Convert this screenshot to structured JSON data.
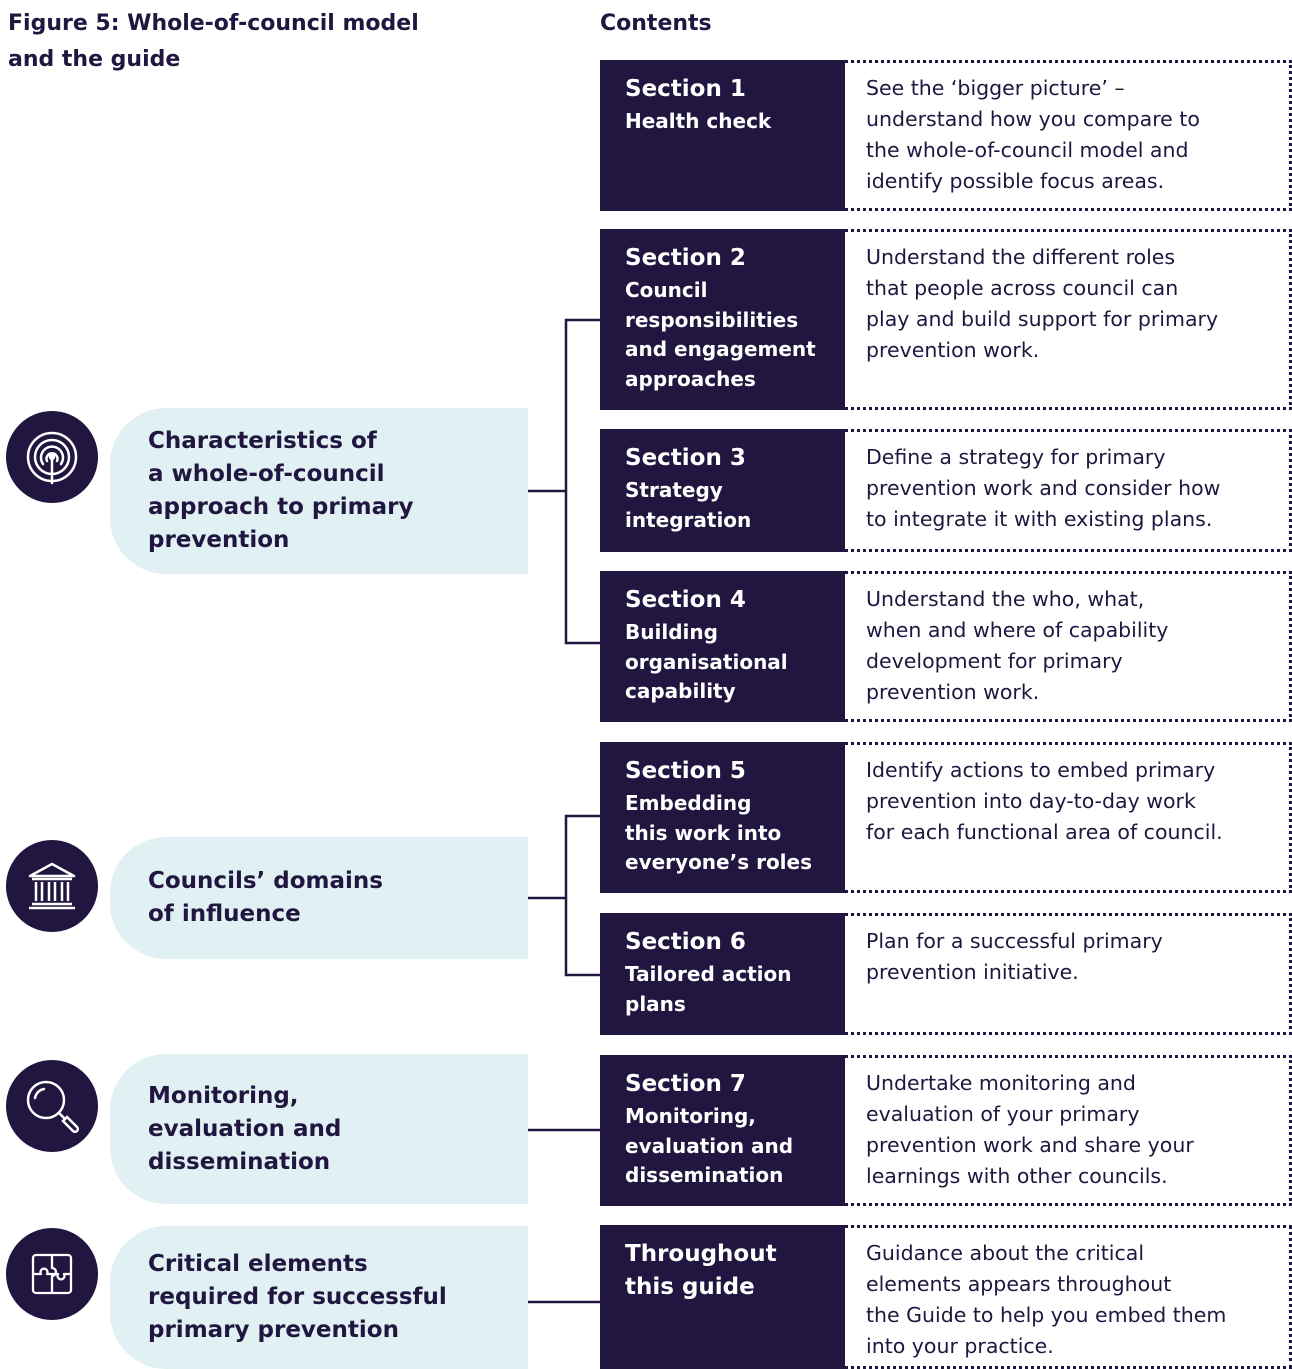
{
  "figure_title": "Figure 5: Whole-of-council model\nand the guide",
  "contents_title": "Contents",
  "model_items": [
    {
      "label": "Characteristics of\na whole-of-council\napproach to primary\nprevention",
      "icon": "target-signal-icon"
    },
    {
      "label": "Councils’ domains\nof influence",
      "icon": "government-building-icon"
    },
    {
      "label": "Monitoring,\nevaluation and\ndissemination",
      "icon": "magnifying-glass-icon"
    },
    {
      "label": "Critical elements\nrequired for successful\nprimary prevention",
      "icon": "puzzle-icon"
    }
  ],
  "sections": [
    {
      "number": "Section 1",
      "name": "Health check",
      "description": "See the ‘bigger picture’ –\nunderstand how you compare to\nthe whole-of-council model and\nidentify possible focus areas."
    },
    {
      "number": "Section 2",
      "name": "Council\nresponsibilities\nand engagement\napproaches",
      "description": "Understand the different roles\nthat people across council can\nplay and build support for primary\nprevention work."
    },
    {
      "number": "Section 3",
      "name": "Strategy\nintegration",
      "description": "Define a strategy for primary\nprevention work and consider how\nto integrate it with existing plans."
    },
    {
      "number": "Section 4",
      "name": "Building\norganisational\ncapability",
      "description": "Understand the who, what,\nwhen and where of capability\ndevelopment for primary\nprevention work."
    },
    {
      "number": "Section 5",
      "name": "Embedding\nthis work into\neveryone’s roles",
      "description": "Identify actions to embed primary\nprevention into day-to-day work\nfor each functional area of council."
    },
    {
      "number": "Section 6",
      "name": "Tailored action\nplans",
      "description": "Plan for a successful primary\nprevention initiative."
    },
    {
      "number": "Section 7",
      "name": "Monitoring,\nevaluation and\ndissemination",
      "description": "Undertake monitoring and\nevaluation of your primary\nprevention work and share your\nlearnings with other councils."
    }
  ],
  "throughout": {
    "label": "Throughout\nthis guide",
    "description": "Guidance about the critical\nelements appears throughout\nthe Guide to help you embed them\ninto your practice."
  },
  "colors": {
    "navy": "#20163f",
    "pill_bg": "#e1f0f3",
    "white": "#ffffff"
  }
}
